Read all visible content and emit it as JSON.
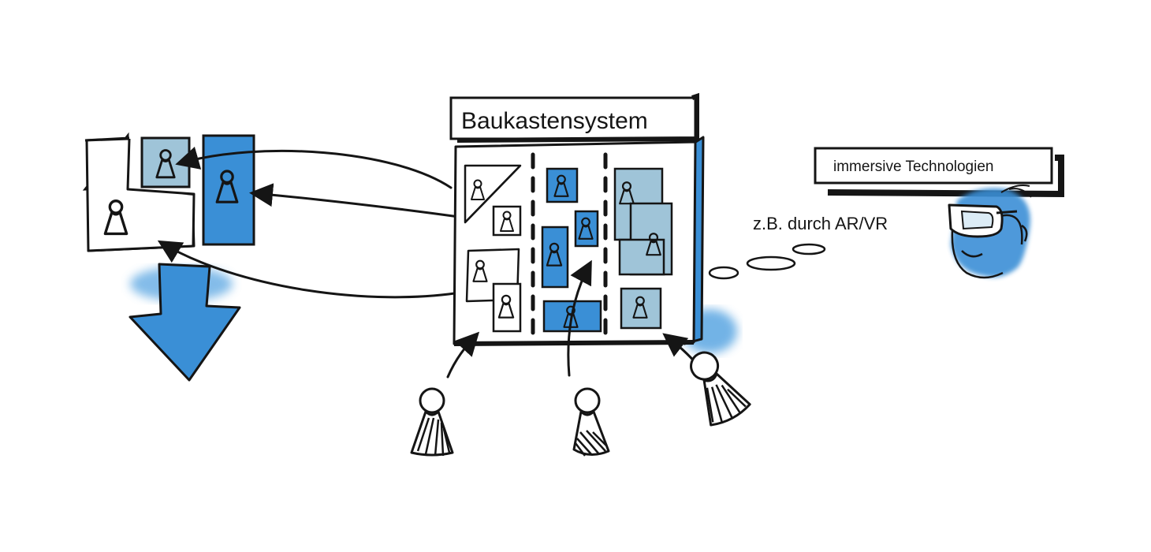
{
  "labels": {
    "main_title": "Baukastensystem",
    "tech_label": "immersive Technologien",
    "via_label": "z.B. durch AR/VR"
  },
  "colors": {
    "ink": "#151515",
    "blue": "#3a8fd6",
    "blue_light": "#9fc4d8",
    "blue_wash": "#5aa6e2",
    "paper": "#ffffff"
  },
  "icons": [
    "game-pawn-icon",
    "vr-person-icon",
    "down-arrow-icon"
  ]
}
